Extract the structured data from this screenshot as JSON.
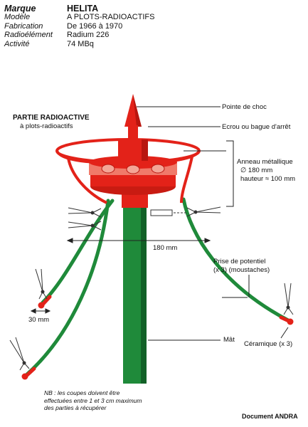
{
  "specs": [
    {
      "key": "Marque",
      "value": "HELITA"
    },
    {
      "key": "Modèle",
      "value": "A PLOTS-RADIOACTIFS"
    },
    {
      "key": "Fabrication",
      "value": "De 1966 à 1970"
    },
    {
      "key": "Radioélément",
      "value": "Radium 226"
    },
    {
      "key": "Activité",
      "value": "74 MBq"
    }
  ],
  "labels": {
    "partie_title": "PARTIE RADIOACTIVE",
    "partie_sub": "à plots-radioactifs",
    "pointe": "Pointe de choc",
    "ecrou": "Ecrou ou bague d'arrêt",
    "anneau_1": "Anneau métallique",
    "anneau_2": "∅ 180 mm",
    "anneau_3": "hauteur ≈ 100 mm",
    "dim_180": "180 mm",
    "prise_1": "Prise de potentiel",
    "prise_2": "(x 3) (moustaches)",
    "dim_30": "30 mm",
    "mat": "Mât",
    "ceramique": "Céramique (x 3)",
    "nb": "NB : les coupes doivent être effectuées entre 1 et 3 cm maximum des parties à récupérer",
    "document": "Document ANDRA"
  },
  "colors": {
    "red": "#e32219",
    "red_dark": "#b8160f",
    "head_band": "#f07a6a",
    "green": "#1f8a3a",
    "green_dark": "#126127"
  }
}
